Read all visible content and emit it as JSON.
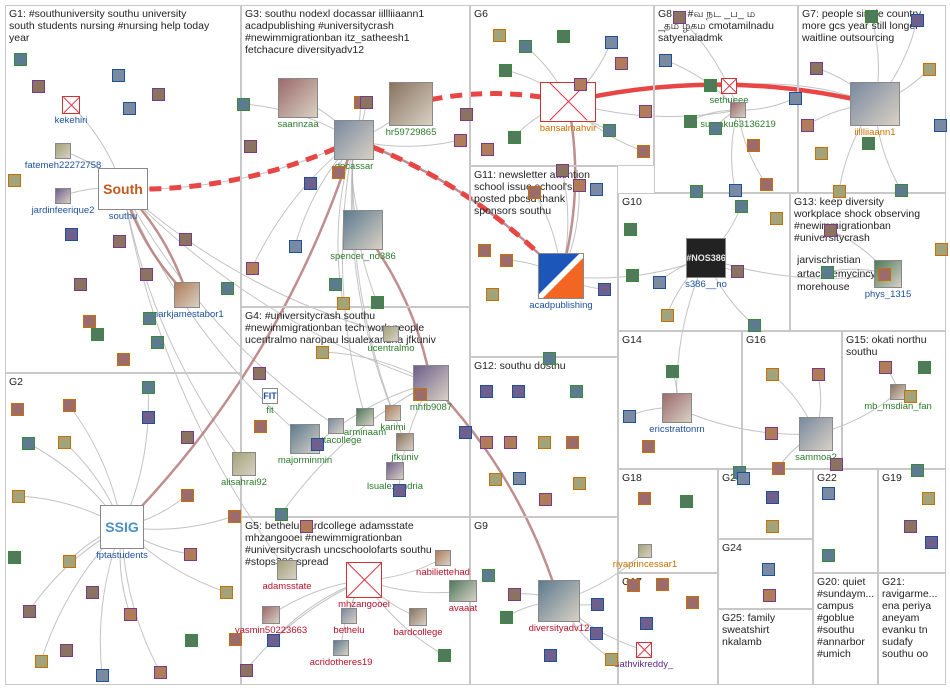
{
  "groups": [
    {
      "id": "G1",
      "title": "G1: #southuniversity southu university\nsouth students nursing #nursing help today\nyear"
    },
    {
      "id": "G2",
      "title": "G2"
    },
    {
      "id": "G3",
      "title": "G3: southu nodexl docassar iillliiaann1\nacadpublishing #universitycrash\n#newimmigrationban itz_satheesh1\nfetchacure diversityadv12"
    },
    {
      "id": "G4",
      "title": "G4: #universitycrash southu\n#newimmigrationban tech work people\nucentralmo naropau lsualexandria jfkuniv"
    },
    {
      "id": "G5",
      "title": "G5: bethelu bardcollege adamsstate\nmhzangooei #newimmigrationban\n#universitycrash uncschoolofarts southu\n#stops386 spread"
    },
    {
      "id": "G6",
      "title": "G6"
    },
    {
      "id": "G7",
      "title": "G7: people single country\nmore gcs year still longer\nwaitline outsourcing"
    },
    {
      "id": "G8",
      "title": "G8: ந #வ நட _ப_ ம\n_தம ழகம cmotamilnadu\nsatyenaiadmk"
    },
    {
      "id": "G9",
      "title": "G9"
    },
    {
      "id": "G10",
      "title": "G10"
    },
    {
      "id": "G11",
      "title": "G11: newsletter attention\nschool issue school's\nposted pbcsd thank\nsponsors southu"
    },
    {
      "id": "G12",
      "title": "G12: southu dosthu"
    },
    {
      "id": "G13",
      "title": "G13: keep diversity\nworkplace shock observing\n#newimmigrationban\n#universitycrash"
    },
    {
      "id": "G14",
      "title": "G14"
    },
    {
      "id": "G15",
      "title": "G15: okati northu\nsouthu"
    },
    {
      "id": "G16",
      "title": "G16"
    },
    {
      "id": "G17",
      "title": "G17"
    },
    {
      "id": "G18",
      "title": "G18"
    },
    {
      "id": "G19",
      "title": "G19"
    },
    {
      "id": "G20",
      "title": "G20: quiet\n#sundaym...\ncampus\n#goblue\n#southu\n#annarbor\n#umich"
    },
    {
      "id": "G21",
      "title": "G21:\nravigarme...\nena periya\naneyam\nevanku tn\nsudafy\nsouthu oo"
    },
    {
      "id": "G22",
      "title": "G22"
    },
    {
      "id": "G23",
      "title": "G23"
    },
    {
      "id": "G24",
      "title": "G24"
    },
    {
      "id": "G25",
      "title": "G25: family\nsweatshirt\nnkalamb"
    }
  ],
  "nodes": [
    {
      "id": "southu",
      "label": "southu",
      "color": "blue",
      "kind": "logo",
      "logo_text": "South"
    },
    {
      "id": "kekehiri",
      "label": "kekehiri",
      "color": "blue",
      "kind": "x"
    },
    {
      "id": "fatemeh22272758",
      "label": "fatemeh22272758",
      "color": "blue",
      "kind": "photo"
    },
    {
      "id": "jardinfeerique2",
      "label": "jardinfeerique2",
      "color": "blue",
      "kind": "photo"
    },
    {
      "id": "markjamestabor1",
      "label": "markjamestabor1",
      "color": "blue",
      "kind": "photo"
    },
    {
      "id": "fptastudents",
      "label": "fptastudents",
      "color": "blue",
      "kind": "logo",
      "logo_text": "SSIG"
    },
    {
      "id": "saannzaa",
      "label": "saannzaa",
      "color": "green",
      "kind": "photo"
    },
    {
      "id": "docassar",
      "label": "docassar",
      "color": "green",
      "kind": "photo"
    },
    {
      "id": "hr59729865",
      "label": "hr59729865",
      "color": "green",
      "kind": "photo"
    },
    {
      "id": "spencer_no386",
      "label": "spencer_no386",
      "color": "green",
      "kind": "photo"
    },
    {
      "id": "ucentralmo",
      "label": "ucentralmo",
      "color": "green",
      "kind": "photo"
    },
    {
      "id": "mhfb9087",
      "label": "mhfb9087",
      "color": "green",
      "kind": "photo"
    },
    {
      "id": "karimi",
      "label": "karimi",
      "color": "green",
      "kind": "photo"
    },
    {
      "id": "arminaam",
      "label": "arminaam",
      "color": "green",
      "kind": "photo"
    },
    {
      "id": "fit",
      "label": "fit",
      "color": "green",
      "kind": "logo",
      "logo_text": "FIT"
    },
    {
      "id": "riettacollege",
      "label": "riettacollege",
      "color": "green",
      "kind": "photo"
    },
    {
      "id": "jfkuniv",
      "label": "jfkuniv",
      "color": "green",
      "kind": "photo"
    },
    {
      "id": "majorminmin",
      "label": "majorminmin",
      "color": "green",
      "kind": "photo"
    },
    {
      "id": "alisahrai92",
      "label": "alisahrai92",
      "color": "green",
      "kind": "photo"
    },
    {
      "id": "lsualexandria",
      "label": "lsualexandria",
      "color": "green",
      "kind": "photo"
    },
    {
      "id": "bansalmahvir",
      "label": "bansalmahvir",
      "color": "orange",
      "kind": "x"
    },
    {
      "id": "sethueee",
      "label": "sethueee",
      "color": "green",
      "kind": "x"
    },
    {
      "id": "suryaku63136219",
      "label": "suryaku63136219",
      "color": "green",
      "kind": "photo"
    },
    {
      "id": "iillliiaann1",
      "label": "iillliiaann1",
      "color": "orange",
      "kind": "photo"
    },
    {
      "id": "acadpublishing",
      "label": "acadpublishing",
      "color": "blue",
      "kind": "logo",
      "logo_text": ""
    },
    {
      "id": "s386__no",
      "label": "s386__no",
      "color": "blue",
      "kind": "logo",
      "logo_text": "#NOS386"
    },
    {
      "id": "jarvischristian",
      "label": "jarvischristian",
      "color": "black",
      "kind": "text"
    },
    {
      "id": "artacademycincy",
      "label": "artacademycincy",
      "color": "black",
      "kind": "text"
    },
    {
      "id": "morehouse",
      "label": "morehouse",
      "color": "black",
      "kind": "text"
    },
    {
      "id": "phys_1315",
      "label": "phys_1315",
      "color": "blue",
      "kind": "photo"
    },
    {
      "id": "ericstrattonrn",
      "label": "ericstrattonrn",
      "color": "blue",
      "kind": "photo"
    },
    {
      "id": "sammoa2",
      "label": "sammoa2",
      "color": "green",
      "kind": "photo"
    },
    {
      "id": "mb_msdian_fan",
      "label": "mb_msdian_fan",
      "color": "green",
      "kind": "photo"
    },
    {
      "id": "diversityadv12",
      "label": "diversityadv12",
      "color": "red",
      "kind": "photo"
    },
    {
      "id": "adamsstate",
      "label": "adamsstate",
      "color": "red",
      "kind": "photo"
    },
    {
      "id": "mhzangooei",
      "label": "mhzangooei",
      "color": "red",
      "kind": "x"
    },
    {
      "id": "nabiliettehad",
      "label": "nabiliettehad",
      "color": "red",
      "kind": "photo"
    },
    {
      "id": "avaaat",
      "label": "avaaat",
      "color": "red",
      "kind": "photo"
    },
    {
      "id": "yasmin50223663",
      "label": "yasmin50223663",
      "color": "red",
      "kind": "photo"
    },
    {
      "id": "bethelu",
      "label": "bethelu",
      "color": "red",
      "kind": "photo"
    },
    {
      "id": "bardcollege",
      "label": "bardcollege",
      "color": "red",
      "kind": "photo"
    },
    {
      "id": "acridotheres19",
      "label": "acridotheres19",
      "color": "red",
      "kind": "photo"
    },
    {
      "id": "riyaprincessar1",
      "label": "riyaprincessar1",
      "color": "orange",
      "kind": "photo"
    },
    {
      "id": "sathvikreddy_",
      "label": "sathvikreddy_",
      "color": "purple",
      "kind": "x"
    }
  ]
}
